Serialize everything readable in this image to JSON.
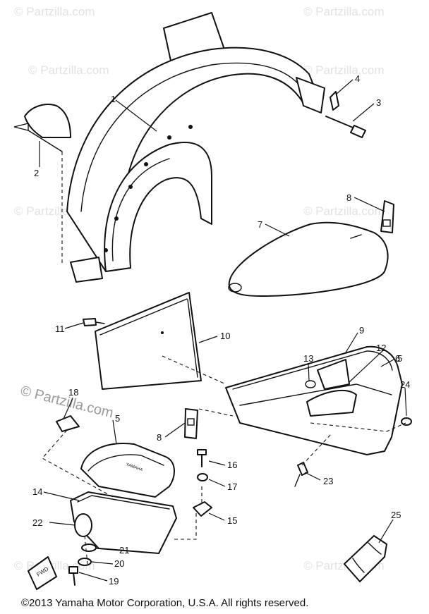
{
  "watermark": {
    "small_text": "© Partzilla.com",
    "large_text": "© Partzilla.com"
  },
  "copyright": "©2013 Yamaha Motor Corporation, U.S.A. All rights reserved.",
  "callouts": [
    "1",
    "2",
    "3",
    "4",
    "5",
    "5",
    "6",
    "7",
    "8",
    "8",
    "9",
    "10",
    "11",
    "12",
    "13",
    "14",
    "15",
    "16",
    "17",
    "18",
    "19",
    "20",
    "21",
    "22",
    "23",
    "24",
    "25"
  ],
  "brand_lettering": "YAMAHA",
  "tag_lettering": "FWD"
}
